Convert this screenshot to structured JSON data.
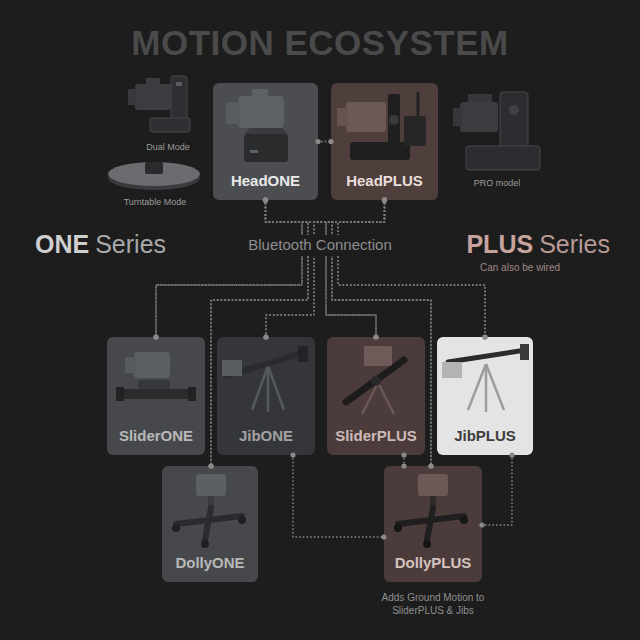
{
  "diagram": {
    "title": "MOTION ECOSYSTEM",
    "nodes": [
      {
        "text": [
          "HeadONE"
        ]
      },
      {
        "text": [
          "HeadPLUS"
        ]
      },
      {
        "text": [
          "SliderONE"
        ]
      },
      {
        "text": [
          "JibONE"
        ]
      },
      {
        "text": [
          "SliderPLUS"
        ]
      },
      {
        "text": [
          "JibPLUS"
        ]
      },
      {
        "text": [
          "DollyONE"
        ]
      },
      {
        "text": [
          "DollyPLUS"
        ]
      }
    ],
    "edges": [
      {
        "from": 0,
        "to": 1,
        "arrow": "none"
      },
      {
        "from": 0,
        "to": 2,
        "arrow": "none"
      },
      {
        "from": 0,
        "to": 3,
        "arrow": "none"
      },
      {
        "from": 0,
        "to": 4,
        "arrow": "none"
      },
      {
        "from": 0,
        "to": 5,
        "arrow": "none"
      },
      {
        "from": 0,
        "to": 6,
        "arrow": "none"
      },
      {
        "from": 0,
        "to": 7,
        "arrow": "none"
      },
      {
        "from": 1,
        "to": 2,
        "arrow": "none"
      },
      {
        "from": 1,
        "to": 3,
        "arrow": "none"
      },
      {
        "from": 1,
        "to": 4,
        "arrow": "none"
      },
      {
        "from": 1,
        "to": 5,
        "arrow": "none"
      },
      {
        "from": 1,
        "to": 6,
        "arrow": "none"
      },
      {
        "from": 1,
        "to": 7,
        "arrow": "none"
      },
      {
        "from": 3,
        "to": 7,
        "arrow": "none"
      },
      {
        "from": 4,
        "to": 7,
        "arrow": "none"
      },
      {
        "from": 5,
        "to": 7,
        "arrow": "none"
      }
    ],
    "labels": [
      "Dual Mode",
      "Turntable Mode",
      "PRO model",
      "ONE",
      "Series",
      "Bluetooth Connection",
      "PLUS",
      "Series",
      "Can also be wired",
      "Adds Ground Motion to SliderPLUS & Jibs"
    ]
  }
}
